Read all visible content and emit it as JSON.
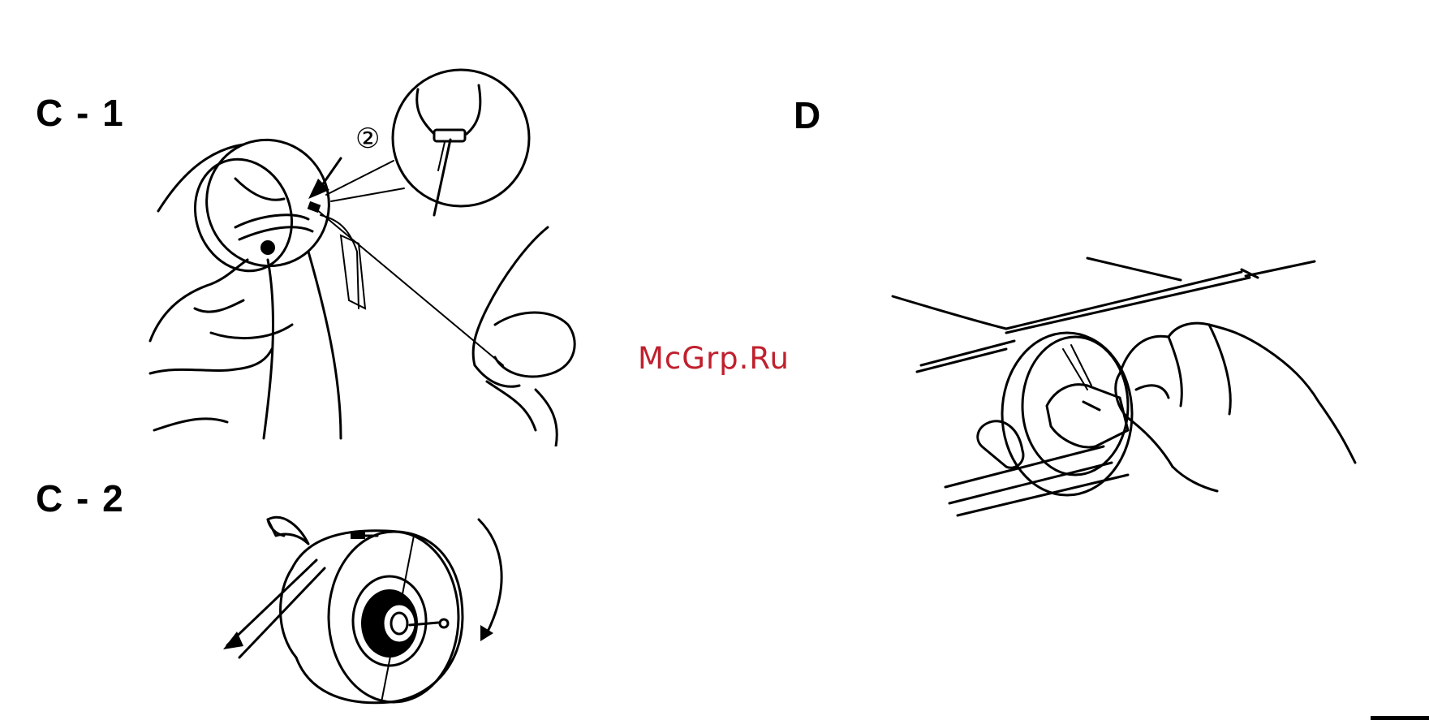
{
  "figures": {
    "c1": {
      "label": "C - 1",
      "callout_number": "②"
    },
    "c2": {
      "label": "C - 2"
    },
    "d": {
      "label": "D"
    }
  },
  "watermark": {
    "text": "McGrp.Ru",
    "color": "#c0202e"
  }
}
